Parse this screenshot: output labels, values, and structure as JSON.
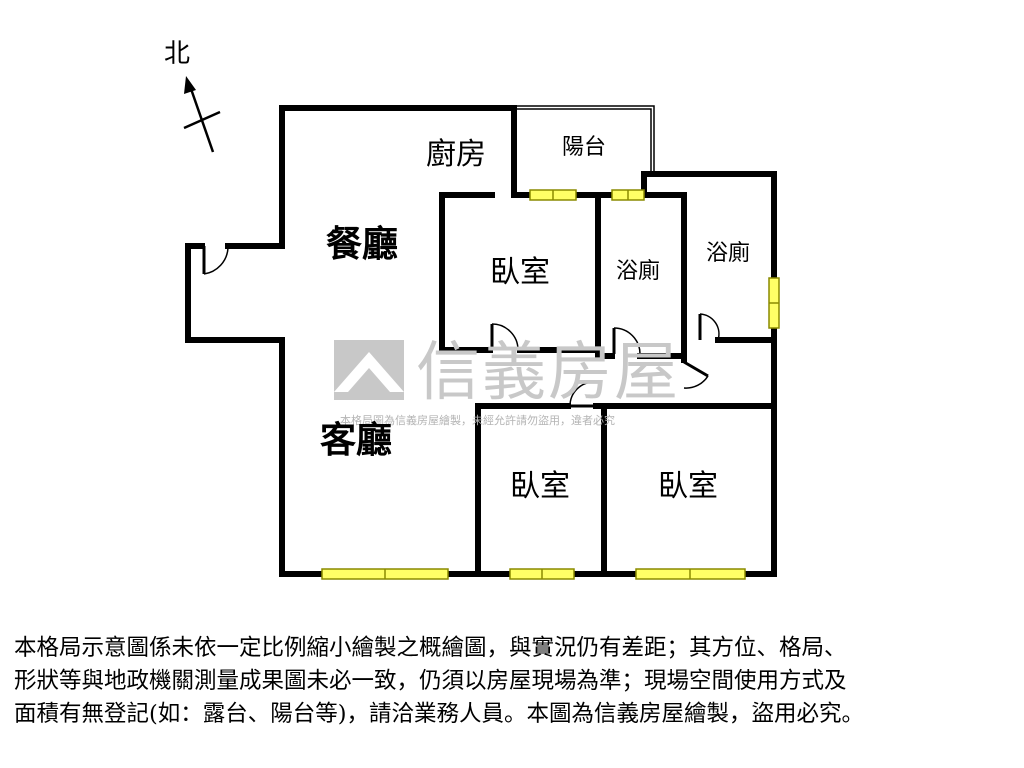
{
  "compass": {
    "label": "北"
  },
  "rooms": {
    "kitchen": "廚房",
    "balcony": "陽台",
    "dining": "餐廳",
    "living": "客廳",
    "bedroom_1": "臥室",
    "bathroom_1": "浴廁",
    "bathroom_2": "浴廁",
    "bedroom_2": "臥室",
    "bedroom_3": "臥室"
  },
  "watermark": {
    "brand": "信義房屋",
    "notice": "本格局圖為信義房屋繪製，未經允許請勿盜用，違者必究"
  },
  "disclaimer": {
    "line_1": "本格局示意圖係未依一定比例縮小繪製之概繪圖，與實況仍有差距；其方位、格局、",
    "line_2": "形狀等與地政機關測量成果圖未必一致，仍須以房屋現場為準；現場空間使用方式及",
    "line_3": "面積有無登記(如：露台、陽台等)，請洽業務人員。本圖為信義房屋繪製，盜用必究。"
  },
  "colors": {
    "wall": "#000000",
    "window_fill": "#ffff66",
    "window_stroke": "#8a8a00",
    "watermark": "#c8c8c8"
  }
}
